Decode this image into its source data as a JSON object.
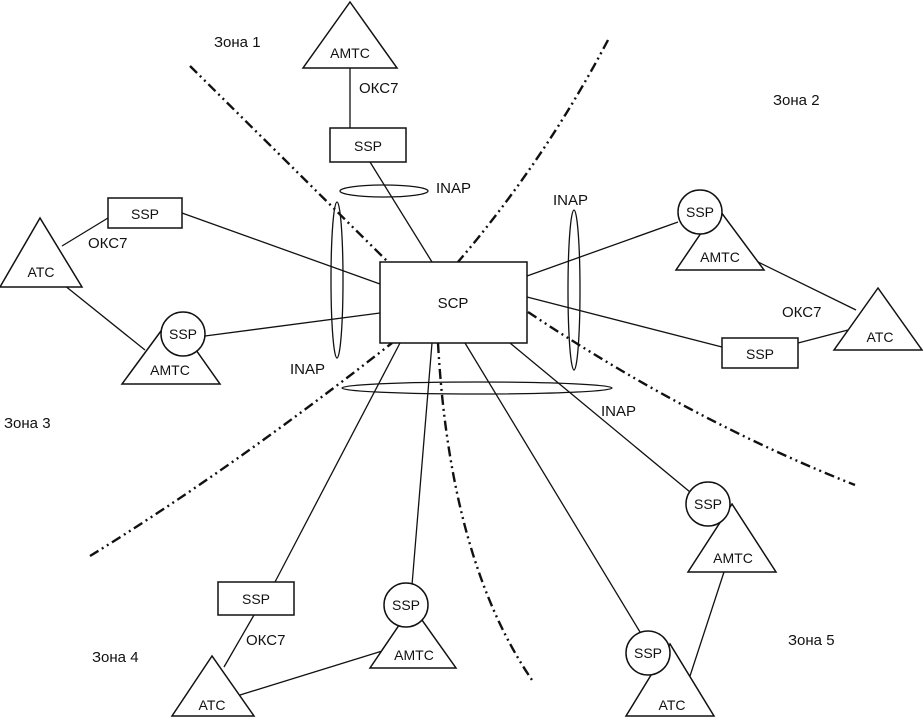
{
  "diagram": {
    "scp": "SCP",
    "zones": [
      "Зона 1",
      "Зона 2",
      "Зона 3",
      "Зона 4",
      "Зона 5"
    ],
    "protocol_inap": "INAP",
    "protocol_okc7": "ОКС7",
    "node_ssp": "SSP",
    "node_amts": "AMTC",
    "node_ats": "ATC"
  }
}
